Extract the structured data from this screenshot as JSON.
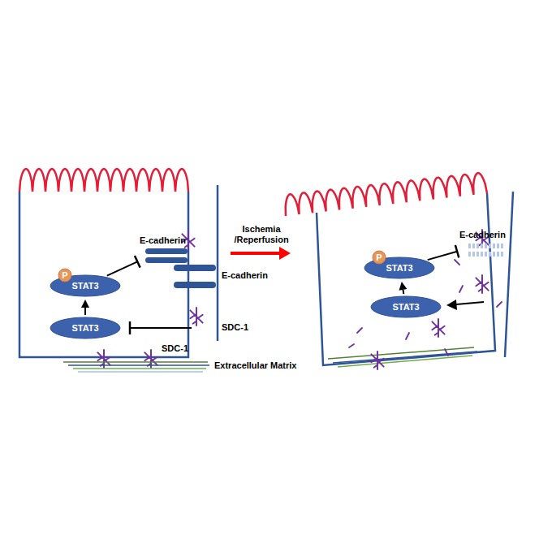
{
  "diagram": {
    "nodes": [
      {
        "text": [
          "STAT3"
        ]
      },
      {
        "text": [
          "P"
        ]
      },
      {
        "text": [
          "STAT3"
        ]
      },
      {
        "text": [
          "E-cadherin"
        ]
      },
      {
        "text": [
          "STAT3"
        ]
      },
      {
        "text": [
          "P"
        ]
      },
      {
        "text": [
          "STAT3"
        ]
      },
      {
        "text": [
          "E-cadherin"
        ]
      }
    ],
    "edges": [
      {
        "from": 2,
        "to": 0,
        "arrow": "to"
      },
      {
        "from": 0,
        "to": 3,
        "arrow": "to"
      },
      {
        "from": 6,
        "to": 4,
        "arrow": "to"
      },
      {
        "from": 4,
        "to": 7,
        "arrow": "to"
      }
    ],
    "labels": [
      "Ischemia /Reperfusion",
      "E-cadherin",
      "SDC-1",
      "SDC-1",
      "Extracellular Matrix"
    ]
  }
}
